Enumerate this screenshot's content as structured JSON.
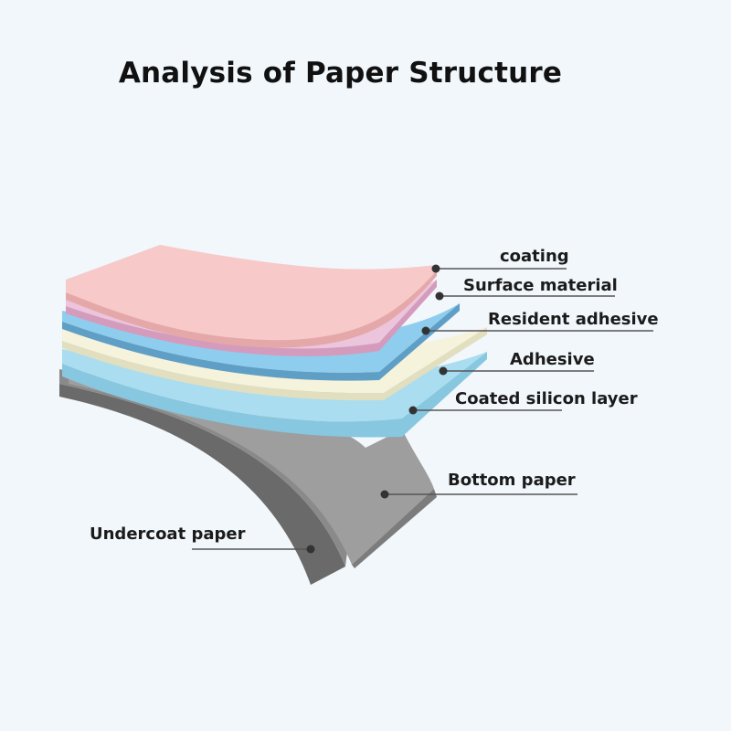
{
  "title": "Analysis of Paper Structure",
  "labels": {
    "coating": "coating",
    "surface_material": "Surface material",
    "resident_adhesive": "Resident adhesive",
    "adhesive": "Adhesive",
    "coated_silicon_layer": "Coated silicon layer",
    "bottom_paper": "Bottom paper",
    "undercoat_paper": "Undercoat paper"
  },
  "colors": {
    "background": "#f1f7fb",
    "coating": "#f7c9c9",
    "surface_material": "#ecc4dc",
    "resident_adhesive": "#8fcdee",
    "adhesive": "#f6f3dc",
    "coated_silicon_layer": "#a9ddef",
    "bottom_paper": "#9a9a9a",
    "undercoat_paper": "#8a8a8a"
  }
}
